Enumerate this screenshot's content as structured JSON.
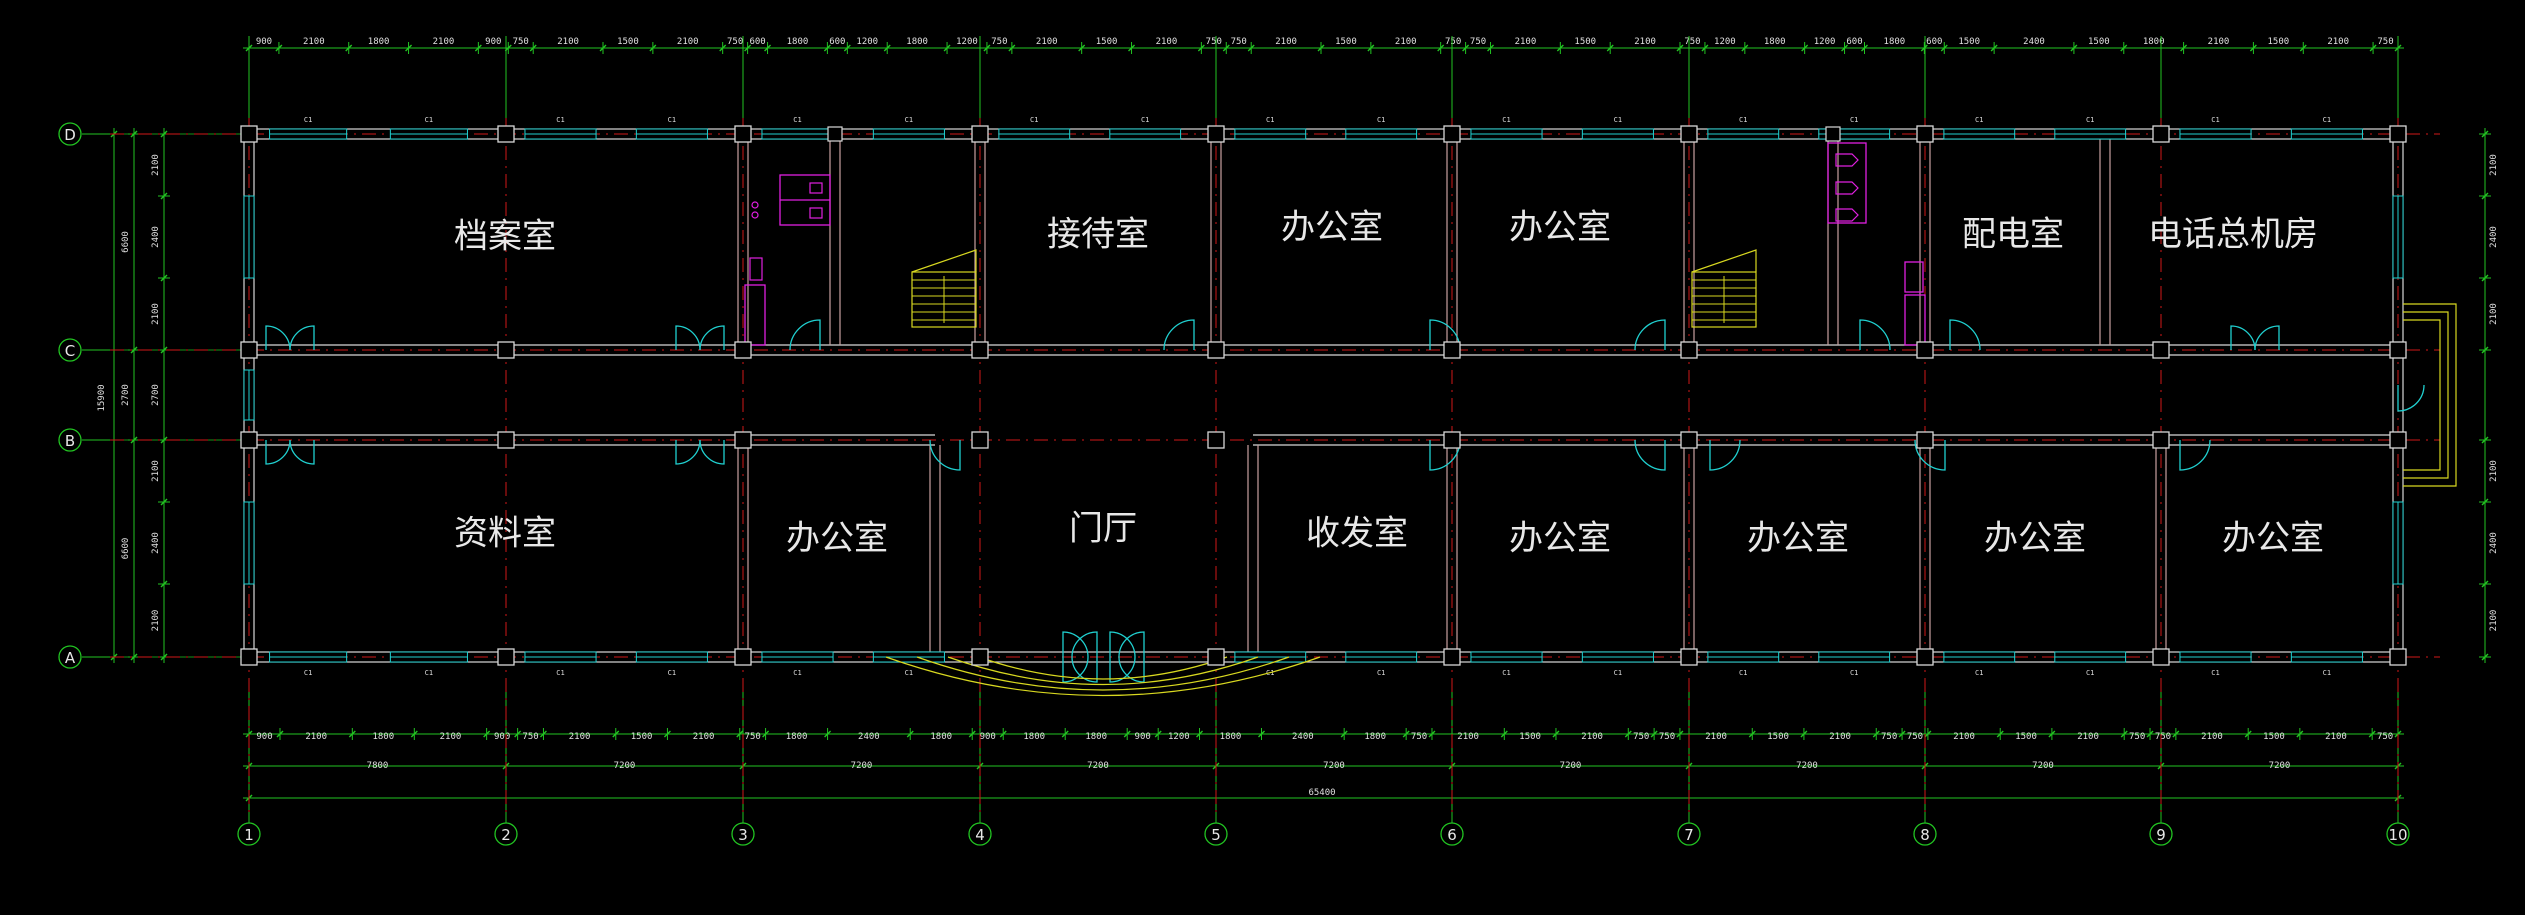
{
  "rooms": {
    "archive": "档案室",
    "reception": "接待室",
    "office_top_1": "办公室",
    "office_top_2": "办公室",
    "power_room": "配电室",
    "telephone_room": "电话总机房",
    "data_room": "资料室",
    "office_bottom_1": "办公室",
    "lobby": "门厅",
    "mail_room": "收发室",
    "office_bottom_2": "办公室",
    "office_bottom_3": "办公室",
    "office_bottom_4": "办公室",
    "office_bottom_5": "办公室"
  },
  "axes": {
    "columns": [
      "1",
      "2",
      "3",
      "4",
      "5",
      "6",
      "7",
      "8",
      "9",
      "10"
    ],
    "rows": [
      "D",
      "C",
      "B",
      "A"
    ]
  },
  "dimensions": {
    "top_detail": [
      "900",
      "2100",
      "1800",
      "2100",
      "900",
      "750",
      "2100",
      "1500",
      "2100",
      "750",
      "600",
      "1800",
      "600",
      "1200",
      "1800",
      "1200",
      "750",
      "2100",
      "1500",
      "2100",
      "750",
      "750",
      "2100",
      "1500",
      "2100",
      "750",
      "750",
      "2100",
      "1500",
      "2100",
      "750",
      "1200",
      "1800",
      "1200",
      "600",
      "1800",
      "600",
      "1500",
      "2400",
      "1500",
      "1800",
      "2100",
      "1500",
      "2100",
      "750"
    ],
    "bottom_detail": [
      "900",
      "2100",
      "1800",
      "2100",
      "900",
      "750",
      "2100",
      "1500",
      "2100",
      "750",
      "1800",
      "2400",
      "1800",
      "900",
      "1800",
      "1800",
      "900",
      "1200",
      "1800",
      "2400",
      "1800",
      "750",
      "2100",
      "1500",
      "2100",
      "750",
      "750",
      "2100",
      "1500",
      "2100",
      "750",
      "750",
      "2100",
      "1500",
      "2100",
      "750",
      "750",
      "2100",
      "1500",
      "2100",
      "750"
    ],
    "bays": [
      "7800",
      "7200",
      "7200",
      "7200",
      "7200",
      "7200",
      "7200",
      "7200",
      "7200"
    ],
    "total": "65400",
    "left_outer": [
      "6600",
      "2700",
      "6600"
    ],
    "left_total": "15900",
    "left_inner": [
      "2100",
      "2400",
      "2100",
      "2700",
      "2100",
      "2400",
      "2100"
    ],
    "right_inner": [
      "2100",
      "2400",
      "2100",
      "2100",
      "2400",
      "2100"
    ]
  },
  "colors": {
    "wall": "#d8d8d8",
    "wall_inner": "#c8a0a0",
    "axis_red": "#d01818",
    "dim_green": "#22c422",
    "window_cyan": "#20d0d0",
    "door_cyan": "#20d0d0",
    "stair_yellow": "#d8d820",
    "fixture_magenta": "#e020e0"
  }
}
